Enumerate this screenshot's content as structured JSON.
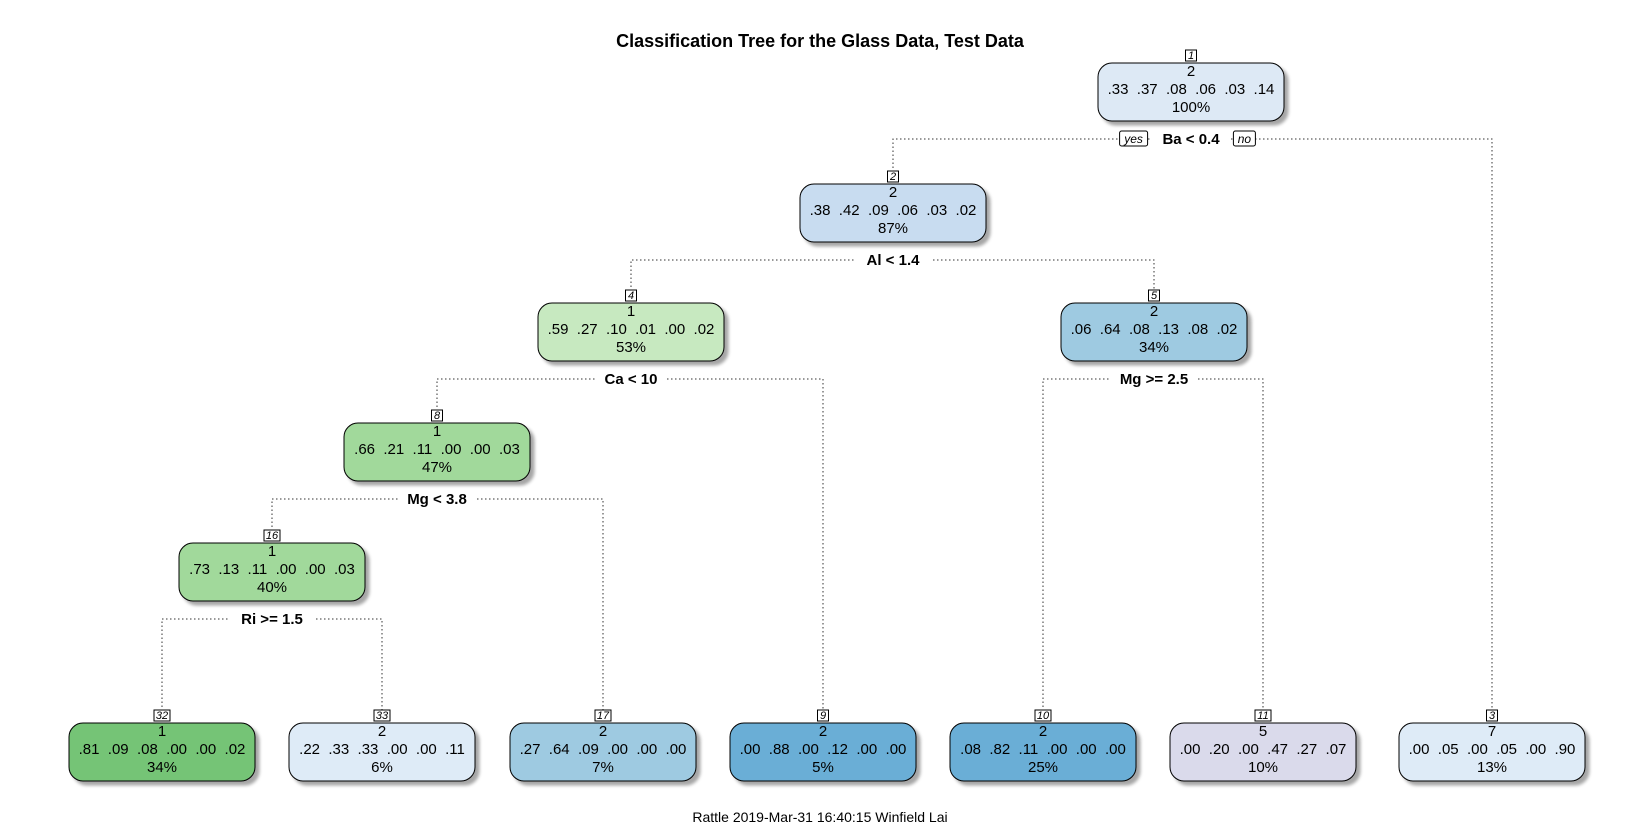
{
  "title": "Classification Tree for the Glass Data, Test Data",
  "footer": "Rattle 2019-Mar-31 16:40:15 Winfield Lai",
  "branch_labels": {
    "yes": "yes",
    "no": "no"
  },
  "nodes": [
    {
      "id": "1",
      "num": "1",
      "class": "2",
      "probs": ".33  .37  .08  .06  .03  .14",
      "pct": "100%",
      "fill": "#dde9f5"
    },
    {
      "id": "2",
      "num": "2",
      "class": "2",
      "probs": ".38  .42  .09  .06  .03  .02",
      "pct": "87%",
      "fill": "#c8dcf0"
    },
    {
      "id": "3",
      "num": "3",
      "class": "7",
      "probs": ".00  .05  .00  .05  .00  .90",
      "pct": "13%",
      "fill": "#deebf7"
    },
    {
      "id": "4",
      "num": "4",
      "class": "1",
      "probs": ".59  .27  .10  .01  .00  .02",
      "pct": "53%",
      "fill": "#c7e9c0"
    },
    {
      "id": "5",
      "num": "5",
      "class": "2",
      "probs": ".06  .64  .08  .13  .08  .02",
      "pct": "34%",
      "fill": "#9ecae1"
    },
    {
      "id": "8",
      "num": "8",
      "class": "1",
      "probs": ".66  .21  .11  .00  .00  .03",
      "pct": "47%",
      "fill": "#a1d99b"
    },
    {
      "id": "9",
      "num": "9",
      "class": "2",
      "probs": ".00  .88  .00  .12  .00  .00",
      "pct": "5%",
      "fill": "#6baed6"
    },
    {
      "id": "10",
      "num": "10",
      "class": "2",
      "probs": ".08  .82  .11  .00  .00  .00",
      "pct": "25%",
      "fill": "#6baed6"
    },
    {
      "id": "11",
      "num": "11",
      "class": "5",
      "probs": ".00  .20  .00  .47  .27  .07",
      "pct": "10%",
      "fill": "#dadaeb"
    },
    {
      "id": "16",
      "num": "16",
      "class": "1",
      "probs": ".73  .13  .11  .00  .00  .03",
      "pct": "40%",
      "fill": "#a1d99b"
    },
    {
      "id": "17",
      "num": "17",
      "class": "2",
      "probs": ".27  .64  .09  .00  .00  .00",
      "pct": "7%",
      "fill": "#9ecae1"
    },
    {
      "id": "32",
      "num": "32",
      "class": "1",
      "probs": ".81  .09  .08  .00  .00  .02",
      "pct": "34%",
      "fill": "#74c476"
    },
    {
      "id": "33",
      "num": "33",
      "class": "2",
      "probs": ".22  .33  .33  .00  .00  .11",
      "pct": "6%",
      "fill": "#deebf7"
    }
  ],
  "splits": [
    {
      "parent": "1",
      "label": "Ba < 0.4",
      "left": "2",
      "right": "3"
    },
    {
      "parent": "2",
      "label": "Al < 1.4",
      "left": "4",
      "right": "5"
    },
    {
      "parent": "4",
      "label": "Ca < 10",
      "left": "8",
      "right": "9"
    },
    {
      "parent": "5",
      "label": "Mg >= 2.5",
      "left": "10",
      "right": "11"
    },
    {
      "parent": "8",
      "label": "Mg < 3.8",
      "left": "16",
      "right": "17"
    },
    {
      "parent": "16",
      "label": "Ri >= 1.5",
      "left": "32",
      "right": "33"
    }
  ]
}
